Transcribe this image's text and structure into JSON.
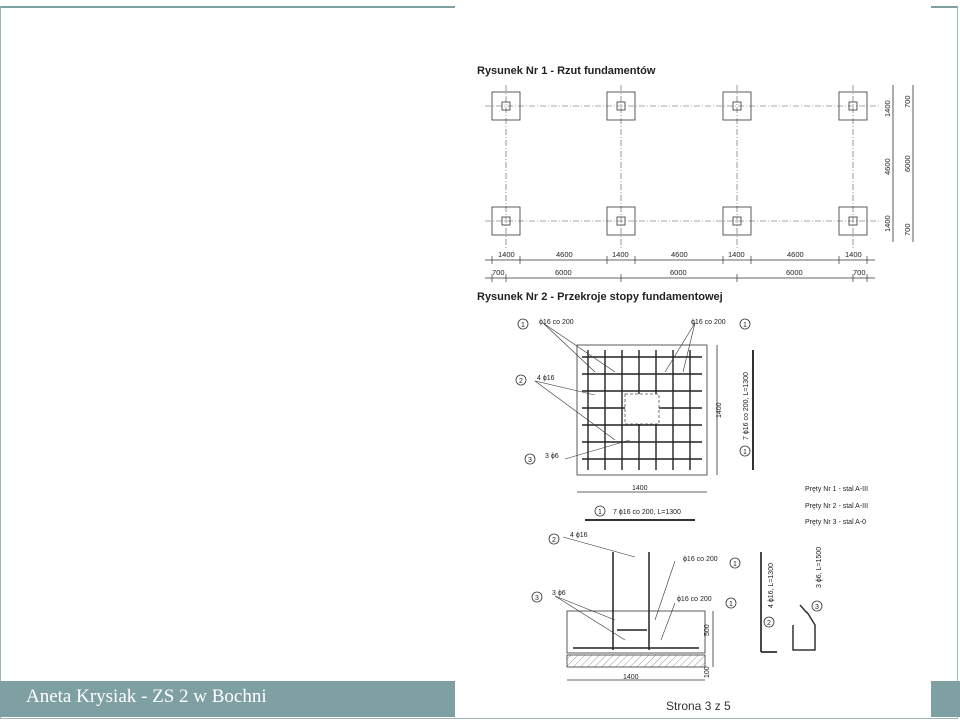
{
  "footer": {
    "author": "Aneta Krysiak - ZS 2 w Bochni",
    "page": "Strona 3 z 5"
  },
  "figure1": {
    "title": "Rysunek Nr 1 - Rzut fundamentów",
    "dim_bottom_row1": [
      "1400",
      "4600",
      "1400",
      "4600",
      "1400",
      "4600",
      "1400"
    ],
    "dim_bottom_row2": [
      "700",
      "6000",
      "6000",
      "6000",
      "700"
    ],
    "dim_right_col1": [
      "1400",
      "4600",
      "1400"
    ],
    "dim_right_col2": [
      "700",
      "6000",
      "700"
    ]
  },
  "figure2": {
    "title": "Rysunek Nr 2 - Przekroje stopy fundamentowej",
    "callout_1_left": "ϕ16 co 200",
    "callout_1_right": "ϕ16 co 200",
    "callout_2": "4 ϕ16",
    "callout_3": "3 ϕ6",
    "dim_width": "1400",
    "dim_height": "1400",
    "bar_vertical_label": "7 ϕ16 co 200, L=1300",
    "bar_horizontal_label": "7 ϕ16 co 200, L=1300",
    "steel_notes": [
      "Pręty Nr 1 - stal A-III",
      "Pręty Nr 2 - stal A-III",
      "Pręty Nr 3 - stal A-0"
    ],
    "section_callout_2": "4 ϕ16",
    "section_callout_3": "3 ϕ6",
    "section_callout_1a": "ϕ16 co 200",
    "section_callout_1b": "ϕ16 co 200",
    "section_dim_500": "500",
    "section_dim_100": "100",
    "section_dim_width": "1400",
    "bar2_label": "4 ϕ16, L=1300",
    "bar3_label": "3 ϕ6, L=1500",
    "marker_1": "1",
    "marker_2": "2",
    "marker_3": "3"
  }
}
